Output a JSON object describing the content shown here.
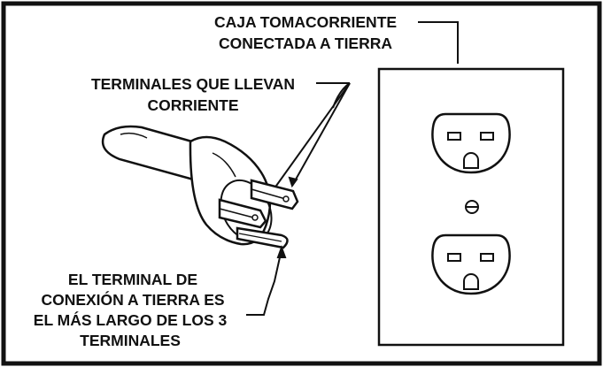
{
  "labels": {
    "outlet_box_line1": "CAJA TOMACORRIENTE",
    "outlet_box_line2": "CONECTADA A TIERRA",
    "current_terminals_line1": "TERMINALES QUE LLEVAN",
    "current_terminals_line2": "CORRIENTE",
    "ground_terminal_line1": "EL TERMINAL DE",
    "ground_terminal_line2": "CONEXIÓN A TIERRA ES",
    "ground_terminal_line3": "EL MÁS LARGO DE LOS 3",
    "ground_terminal_line4": "TERMINALES"
  },
  "colors": {
    "ink": "#111111",
    "background": "#ffffff"
  },
  "icons": {
    "plug": "three-prong-plug-icon",
    "outlet": "duplex-grounded-outlet-icon"
  }
}
